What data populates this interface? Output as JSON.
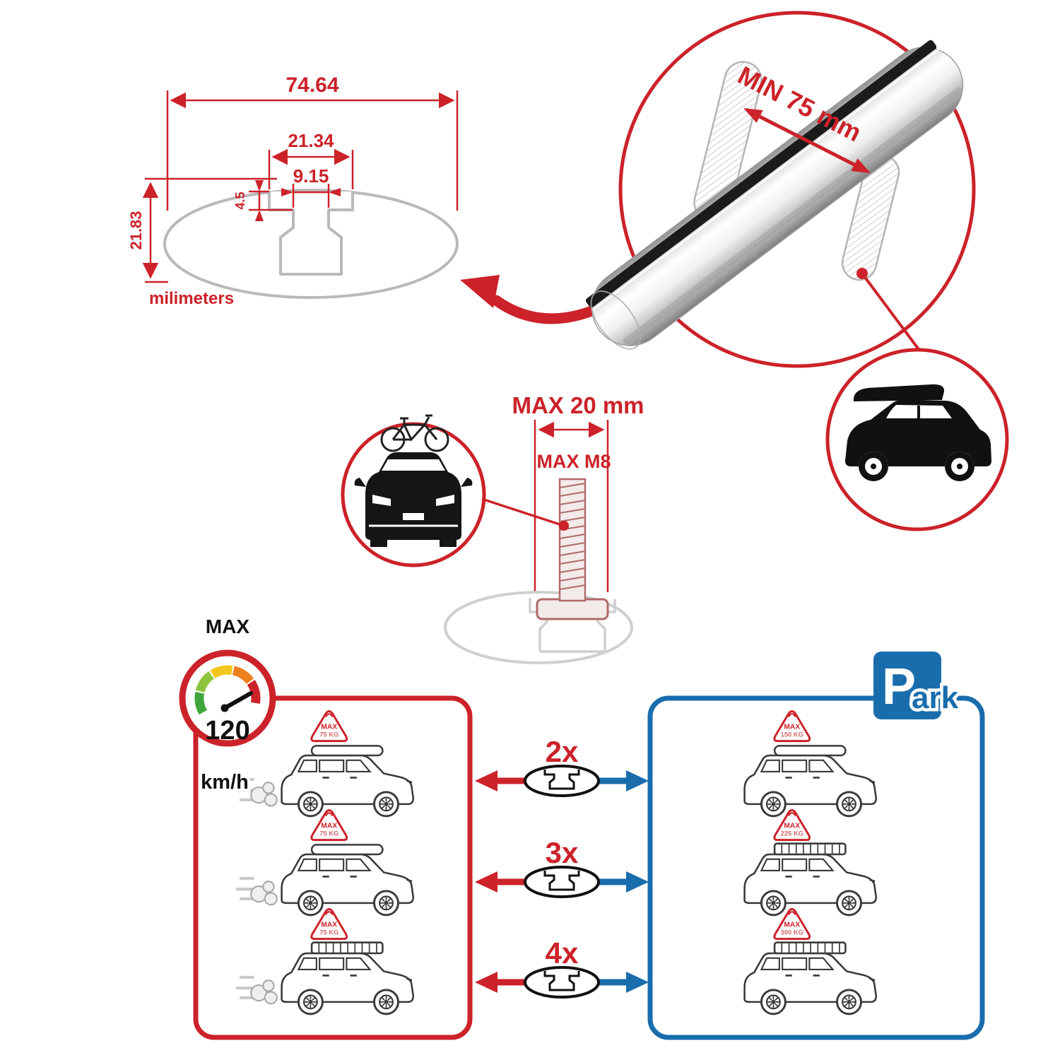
{
  "colors": {
    "accent_red": "#cc2229",
    "accent_blue": "#1a6dad",
    "drawing_gray": "#b9b9b9",
    "ink": "#111111"
  },
  "cross_section": {
    "total_width": "74.64",
    "channel_width": "21.34",
    "slot_width": "9.15",
    "lip_depth": "4.5",
    "total_height": "21.83",
    "units": "milimeters"
  },
  "bar_detail": {
    "min_span": "MIN 75 mm"
  },
  "bolt": {
    "max_width": "MAX 20 mm",
    "max_thread": "MAX M8"
  },
  "speedometer": {
    "label": "MAX",
    "value": "120",
    "units": "km/h"
  },
  "driving_panel": {
    "cars": [
      {
        "sign_label": "MAX",
        "sign_value": "75 KG"
      },
      {
        "sign_label": "MAX",
        "sign_value": "75 KG"
      },
      {
        "sign_label": "MAX",
        "sign_value": "75 KG"
      }
    ]
  },
  "parking_panel": {
    "sign": {
      "letter": "P",
      "suffix": "ark"
    },
    "cars": [
      {
        "sign_label": "MAX",
        "sign_value": "150 KG"
      },
      {
        "sign_label": "MAX",
        "sign_value": "225 KG"
      },
      {
        "sign_label": "MAX",
        "sign_value": "300 KG"
      }
    ]
  },
  "multipliers": [
    {
      "label": "2x"
    },
    {
      "label": "3x"
    },
    {
      "label": "4x"
    }
  ]
}
